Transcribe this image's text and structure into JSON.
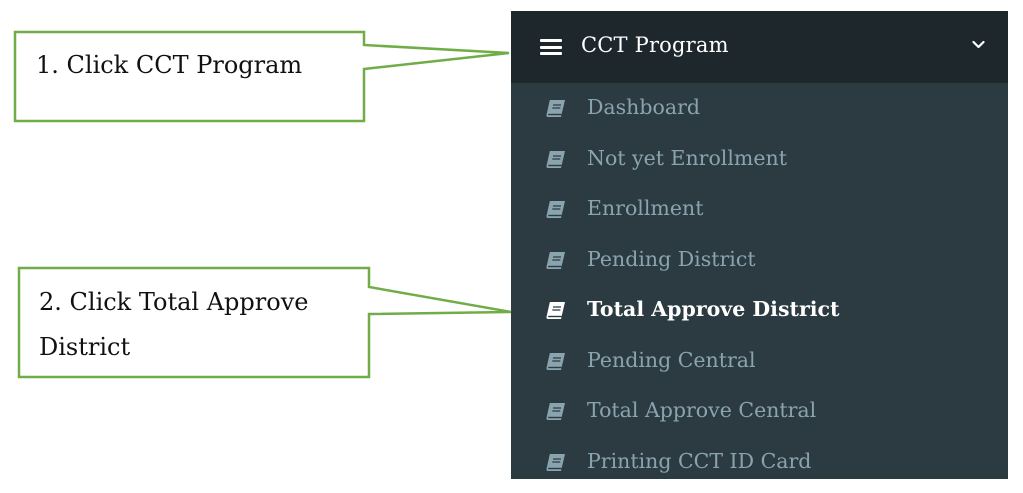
{
  "sidebar": {
    "header": {
      "label": "CCT Program",
      "icon": "hamburger-icon",
      "toggle_icon": "chevron-down-icon"
    },
    "items": [
      {
        "label": "Dashboard",
        "icon": "book-icon",
        "active": false
      },
      {
        "label": "Not yet Enrollment",
        "icon": "book-icon",
        "active": false
      },
      {
        "label": "Enrollment",
        "icon": "book-icon",
        "active": false
      },
      {
        "label": "Pending District",
        "icon": "book-icon",
        "active": false
      },
      {
        "label": "Total Approve District",
        "icon": "book-icon",
        "active": true
      },
      {
        "label": "Pending Central",
        "icon": "book-icon",
        "active": false
      },
      {
        "label": "Total Approve Central",
        "icon": "book-icon",
        "active": false
      },
      {
        "label": "Printing CCT ID Card",
        "icon": "book-icon",
        "active": false
      }
    ]
  },
  "callouts": {
    "step1": {
      "line1": "1. Click CCT Program"
    },
    "step2": {
      "line1": "2. Click Total Approve",
      "line2": "District"
    }
  },
  "colors": {
    "sidebar_bg": "#2c3b41",
    "header_bg": "#1e282c",
    "item_text": "#8aa4af",
    "active_text": "#ffffff",
    "callout_border": "#70ad47"
  }
}
